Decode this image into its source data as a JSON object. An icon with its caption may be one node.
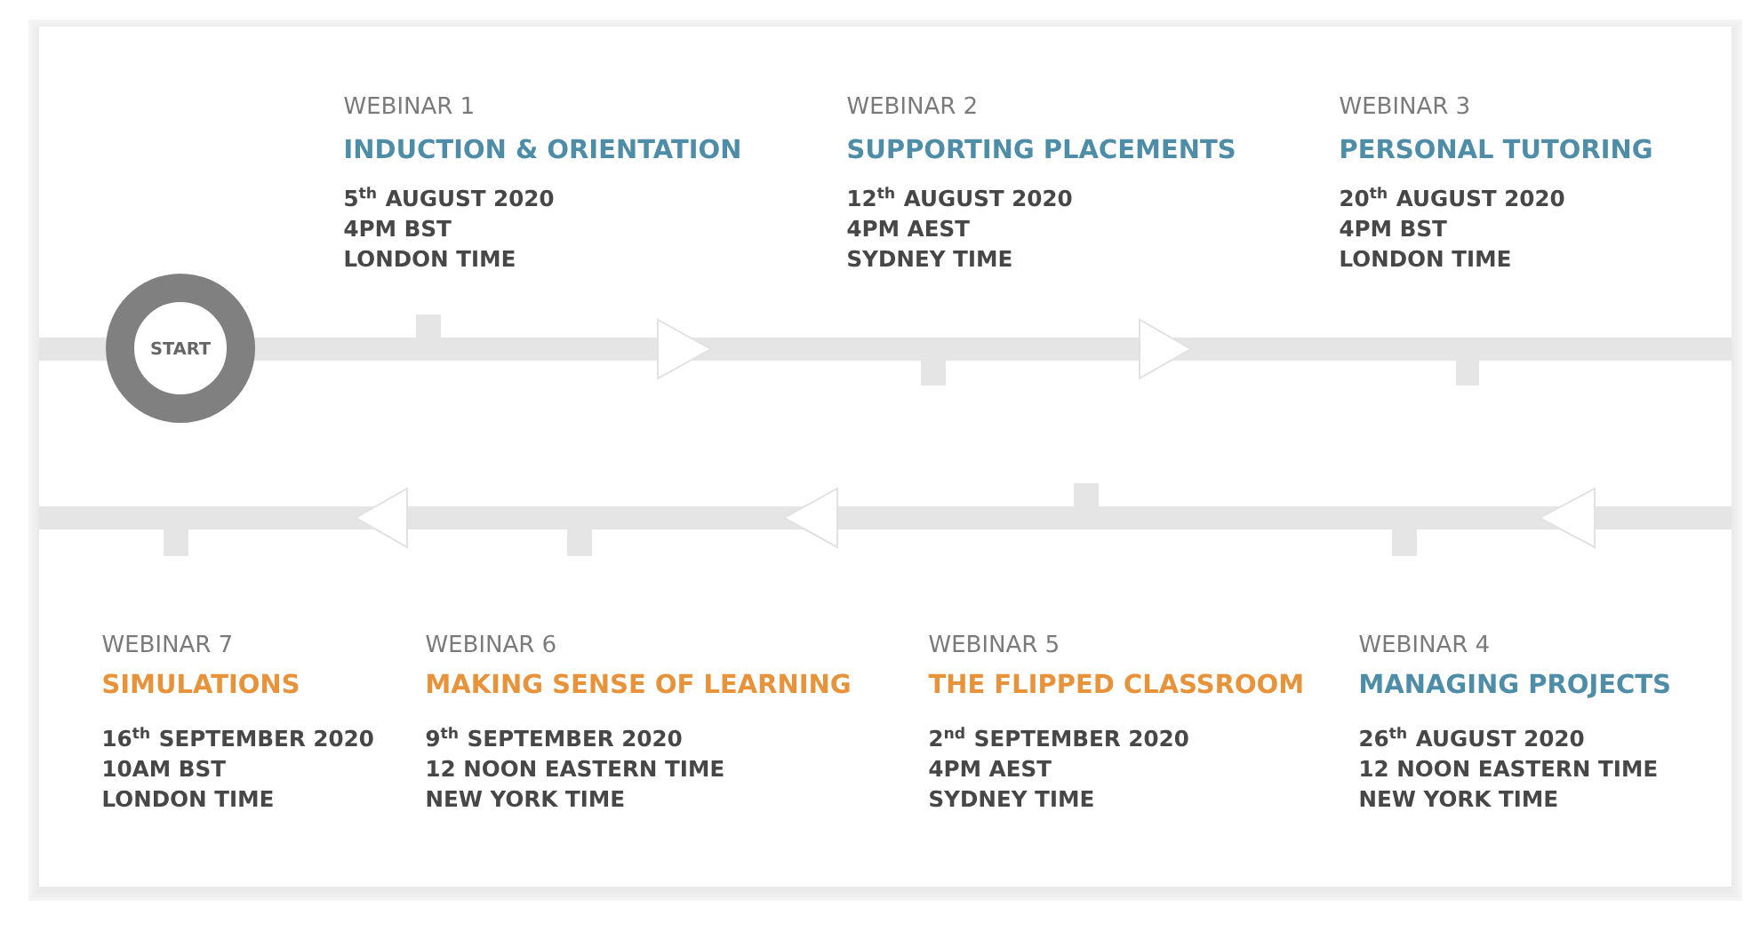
{
  "diagram": {
    "nodes": [
      {
        "text": [
          "START"
        ]
      }
    ],
    "labels": [
      "WEBINAR 1",
      "INDUCTION & ORIENTATION",
      "5$^{th}$ AUGUST 2020",
      "4PM BST",
      "LONDON TIME",
      "WEBINAR 2",
      "SUPPORTING PLACEMENTS",
      "12$^{th}$ AUGUST 2020",
      "4PM AEST",
      "SYDNEY TIME",
      "WEBINAR 3",
      "PERSONAL TUTORING",
      "20$^{th}$ AUGUST 2020",
      "4PM BST",
      "LONDON TIME",
      "WEBINAR 7",
      "SIMULATIONS",
      "16$^{th}$ SEPTEMBER 2020",
      "10AM BST",
      "LONDON TIME",
      "WEBINAR 6",
      "MAKING SENSE OF LEARNING",
      "9$^{th}$ SEPTEMBER 2020",
      "12 NOON EASTERN TIME",
      "NEW YORK TIME",
      "WEBINAR 5",
      "THE FLIPPED CLASSROOM",
      "2$^{nd}$ SEPTEMBER 2020",
      "4PM AEST",
      "SYDNEY TIME",
      "WEBINAR 4",
      "MANAGING PROJECTS",
      "26$^{th}$ AUGUST 2020",
      "12 NOON EASTERN TIME",
      "NEW YORK TIME"
    ]
  }
}
